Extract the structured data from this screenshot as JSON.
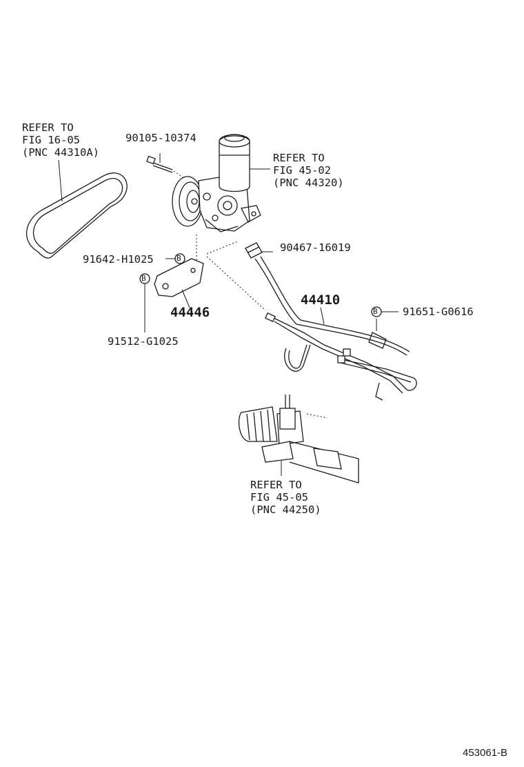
{
  "refs": {
    "belt": [
      "REFER TO",
      "FIG 16-05",
      "(PNC 44310A)"
    ],
    "reservoir": [
      "REFER TO",
      "FIG 45-02",
      "(PNC 44320)"
    ],
    "gear": [
      "REFER TO",
      "FIG 45-05",
      "(PNC 44250)"
    ]
  },
  "parts": {
    "bolt": "90105-10374",
    "oring": "90467-16019",
    "bolt_bracket": "91642-H1025",
    "bolt_bracket_lower": "91512-G1025",
    "bolt_hose": "91651-G0616"
  },
  "pnc": {
    "bracket": "44446",
    "hose": "44410"
  },
  "badge_letter": "B",
  "drawing_id": "453061-B"
}
